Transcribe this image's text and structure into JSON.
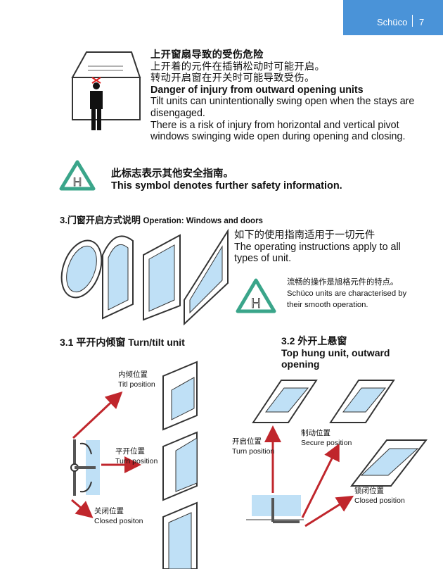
{
  "header": {
    "brand": "Schüco",
    "page_number": "7",
    "accent": "#4a93d8"
  },
  "warning": {
    "title_cn": "上开窗扇导致的受伤危险",
    "line1_cn": "上开着的元件在插销松动时可能开启。",
    "line2_cn": "转动开启窗在开关时可能导致受伤。",
    "title_en": "Danger of injury from outward opening units",
    "text1_en": "Tilt units can unintentionally swing open when the stays are disengaged.",
    "text2_en": "There is a risk of injury from horizontal and vertical pivot windows swinging wide open during opening and closing."
  },
  "safety_note": {
    "cn": "此标志表示其他安全指南。",
    "en": "This symbol denotes further safety information.",
    "icon_color": "#3aa58a"
  },
  "section3": {
    "heading_cn": "3.门窗开启方式说明",
    "heading_en": "Operation: Windows and doors",
    "apply_cn": "如下的使用指南适用于一切元件",
    "apply_en": "The operating instructions apply to all types of unit.",
    "smooth_cn": "流畅的操作是旭格元件的特点。",
    "smooth_en": "Schüco units are characterised by their smooth operation."
  },
  "section31": {
    "heading": "3.1 平开内倾窗 Turn/tilt unit",
    "tilt_cn": "内倾位置",
    "tilt_en": "Titl position",
    "turn_cn": "平开位置",
    "turn_en": "Turn position",
    "closed_cn": "关闭位置",
    "closed_en": "Closed positon"
  },
  "section32": {
    "heading_cn": "3.2 外开上悬窗",
    "heading_en": "Top hung unit, outward opening",
    "turn_cn": "开启位置",
    "turn_en": "Turn position",
    "secure_cn": "制动位置",
    "secure_en": "Secure position",
    "closed_cn": "锁闭位置",
    "closed_en": "Closed position"
  }
}
